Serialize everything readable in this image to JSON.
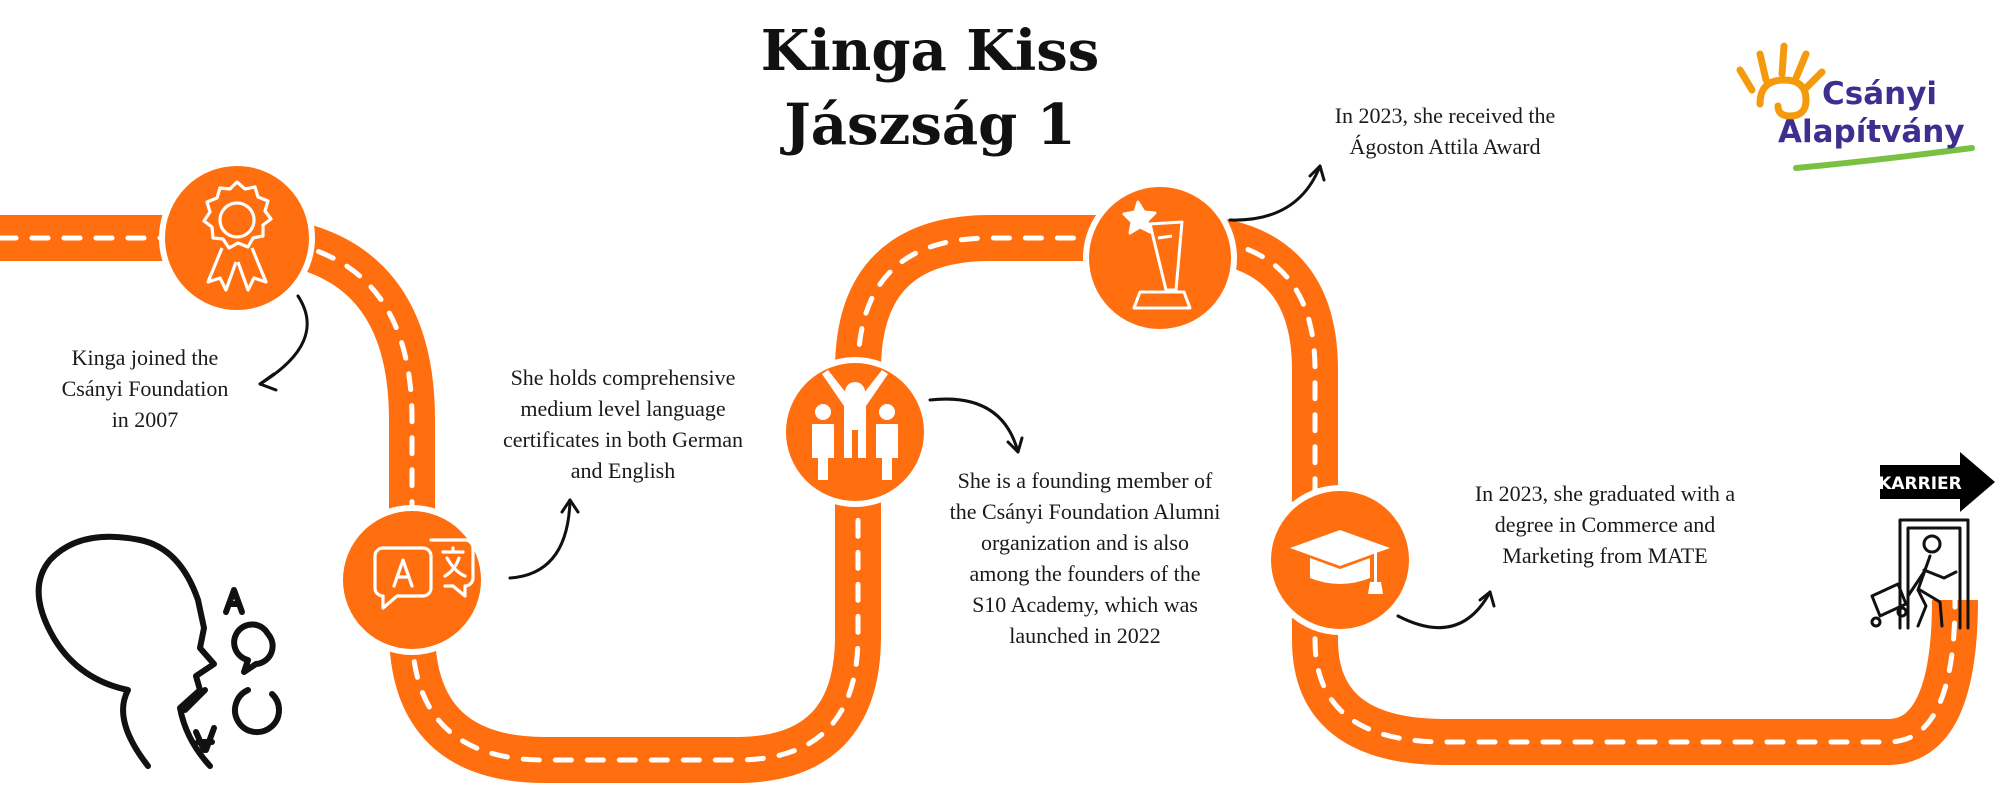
{
  "title": {
    "line1": "Kinga Kiss",
    "line2": "Jászság 1"
  },
  "logo": {
    "line1": "Csányi",
    "line2": "Alapítvány",
    "icon": "sun-spiral-logo",
    "colors": {
      "text": "#3d2f8f",
      "sun": "#f59a0c",
      "swoosh": "#7ac143"
    }
  },
  "milestones": [
    {
      "icon": "award-ribbon-icon",
      "text_lines": [
        "Kinga joined the",
        "Csányi Foundation",
        "in 2007"
      ]
    },
    {
      "icon": "translate-bubbles-icon",
      "text_lines": [
        "She holds comprehensive",
        "medium level language",
        "certificates in both German",
        "and English"
      ]
    },
    {
      "icon": "people-group-icon",
      "text_lines": [
        "She is a founding member of",
        "the Csányi Foundation Alumni",
        "organization and is also",
        "among the founders of the",
        "S10 Academy, which was",
        "launched in 2022"
      ]
    },
    {
      "icon": "star-trophy-icon",
      "text_lines": [
        "In 2023, she received the",
        "Ágoston Attila Award"
      ]
    },
    {
      "icon": "graduation-cap-icon",
      "text_lines": [
        "In 2023, she graduated with a",
        "degree in Commerce and",
        "Marketing from MATE"
      ]
    }
  ],
  "career": {
    "label": "KARRIER",
    "icon": "exit-door-traveler-icon"
  },
  "decor": {
    "icon": "speaking-head-letters-icon"
  },
  "colors": {
    "road": "#ff6f0f",
    "dash": "#ffffff",
    "text": "#1a1a1a",
    "arrow": "#111111",
    "sign": "#000000"
  }
}
